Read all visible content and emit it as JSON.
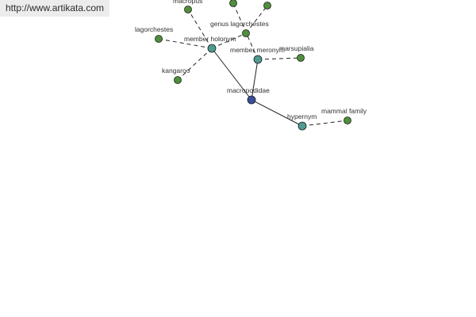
{
  "banner": {
    "url": "http://www.artikata.com"
  },
  "colors": {
    "root_node": "#3a4f9a",
    "relation_node": "#4f9a92",
    "leaf_node": "#4f8f3c",
    "edge": "#222222",
    "label": "#333333"
  },
  "nodes": [
    {
      "id": "macropodidae",
      "label": "macropodidae",
      "kind": "root"
    },
    {
      "id": "member_holonym",
      "label": "member holonym",
      "kind": "relation"
    },
    {
      "id": "member_meronym",
      "label": "member meronym",
      "kind": "relation"
    },
    {
      "id": "hypernym",
      "label": "hypernym",
      "kind": "relation"
    },
    {
      "id": "macropus",
      "label": "macropus",
      "kind": "leaf"
    },
    {
      "id": "lagorchestes",
      "label": "lagorchestes",
      "kind": "leaf"
    },
    {
      "id": "kangaroo",
      "label": "kangaroo",
      "kind": "leaf"
    },
    {
      "id": "genus_lagorchestes",
      "label": "genus lagorchestes",
      "kind": "leaf"
    },
    {
      "id": "top_left",
      "label": "",
      "kind": "leaf"
    },
    {
      "id": "top_right",
      "label": "",
      "kind": "leaf"
    },
    {
      "id": "marsupialia",
      "label": "marsupialia",
      "kind": "leaf"
    },
    {
      "id": "mammal_family",
      "label": "mammal family",
      "kind": "leaf"
    }
  ],
  "edges": [
    {
      "from": "macropodidae",
      "to": "member_holonym",
      "style": "solid"
    },
    {
      "from": "macropodidae",
      "to": "member_meronym",
      "style": "solid"
    },
    {
      "from": "macropodidae",
      "to": "hypernym",
      "style": "solid"
    },
    {
      "from": "member_holonym",
      "to": "macropus",
      "style": "dashed"
    },
    {
      "from": "member_holonym",
      "to": "lagorchestes",
      "style": "dashed"
    },
    {
      "from": "member_holonym",
      "to": "kangaroo",
      "style": "dashed"
    },
    {
      "from": "member_holonym",
      "to": "genus_lagorchestes",
      "style": "dashed"
    },
    {
      "from": "member_meronym",
      "to": "marsupialia",
      "style": "dashed"
    },
    {
      "from": "member_meronym",
      "to": "top_left",
      "style": "dashed"
    },
    {
      "from": "genus_lagorchestes",
      "to": "top_right",
      "style": "dashed"
    },
    {
      "from": "hypernym",
      "to": "mammal_family",
      "style": "dashed"
    }
  ]
}
